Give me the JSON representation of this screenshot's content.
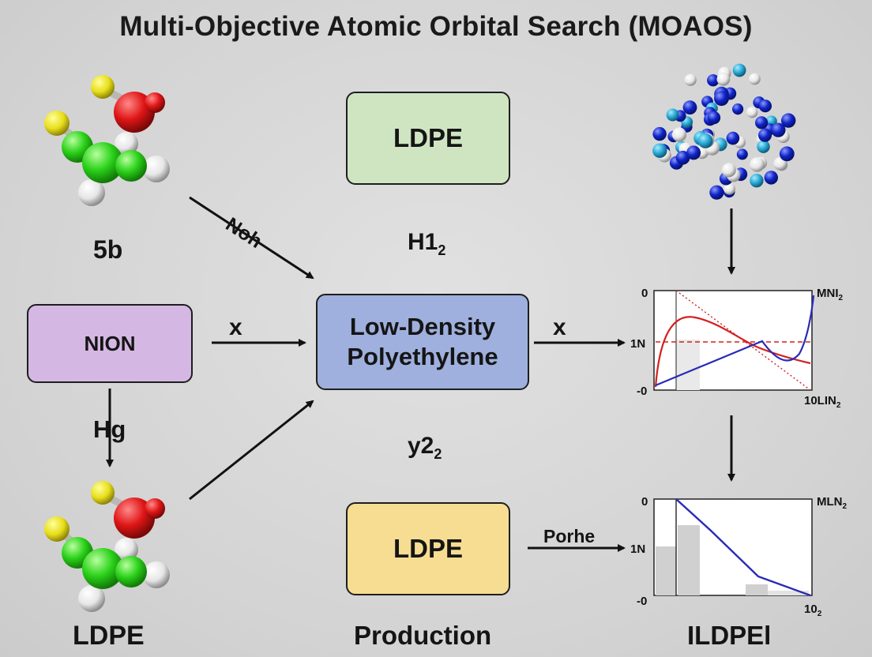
{
  "title": "Multi-Objective Atomic Orbital Search (MOAOS)",
  "boxes": {
    "ldpe_top": "LDPE",
    "nion": "NION",
    "center_line1": "Low-Density",
    "center_line2": "Polyethylene",
    "ldpe_bottom": "LDPE"
  },
  "labels": {
    "mol_top": "5b",
    "mol_bottom": "LDPE",
    "h1": "H1",
    "h1_sub": "2",
    "y2": "y2",
    "y2_sub": "2",
    "production": "Production",
    "ildpe": "ILDPEl",
    "hg": "Hg",
    "noh": "Noh",
    "x_left": "x",
    "x_right": "x",
    "porhe": "Porhe"
  },
  "charts": {
    "top": {
      "y_top": "0",
      "y_mid": "1N",
      "y_bottom": "-0",
      "right_top": "MNI",
      "right_top_sub": "2",
      "right_bottom": "10LIN",
      "right_bottom_sub": "2"
    },
    "bottom": {
      "y_top": "0",
      "y_mid": "1N",
      "y_bottom": "-0",
      "right_top": "MLN",
      "right_top_sub": "2",
      "right_bottom": "10",
      "right_bottom_sub": "2"
    }
  },
  "colors": {
    "ldpe_top_fill": "#cfe5c2",
    "nion_fill": "#d5b7e3",
    "center_fill": "#9fb0de",
    "ldpe_bottom_fill": "#f7dd92",
    "atom_yellow": "#e8de1a",
    "atom_red": "#e01616",
    "atom_green": "#2bd21a",
    "atom_white": "#f2f2f2",
    "atom_dark_blue": "#1024c8",
    "atom_cyan": "#29a8d6",
    "curve_red": "#d42020",
    "curve_blue": "#2a2ab8"
  }
}
